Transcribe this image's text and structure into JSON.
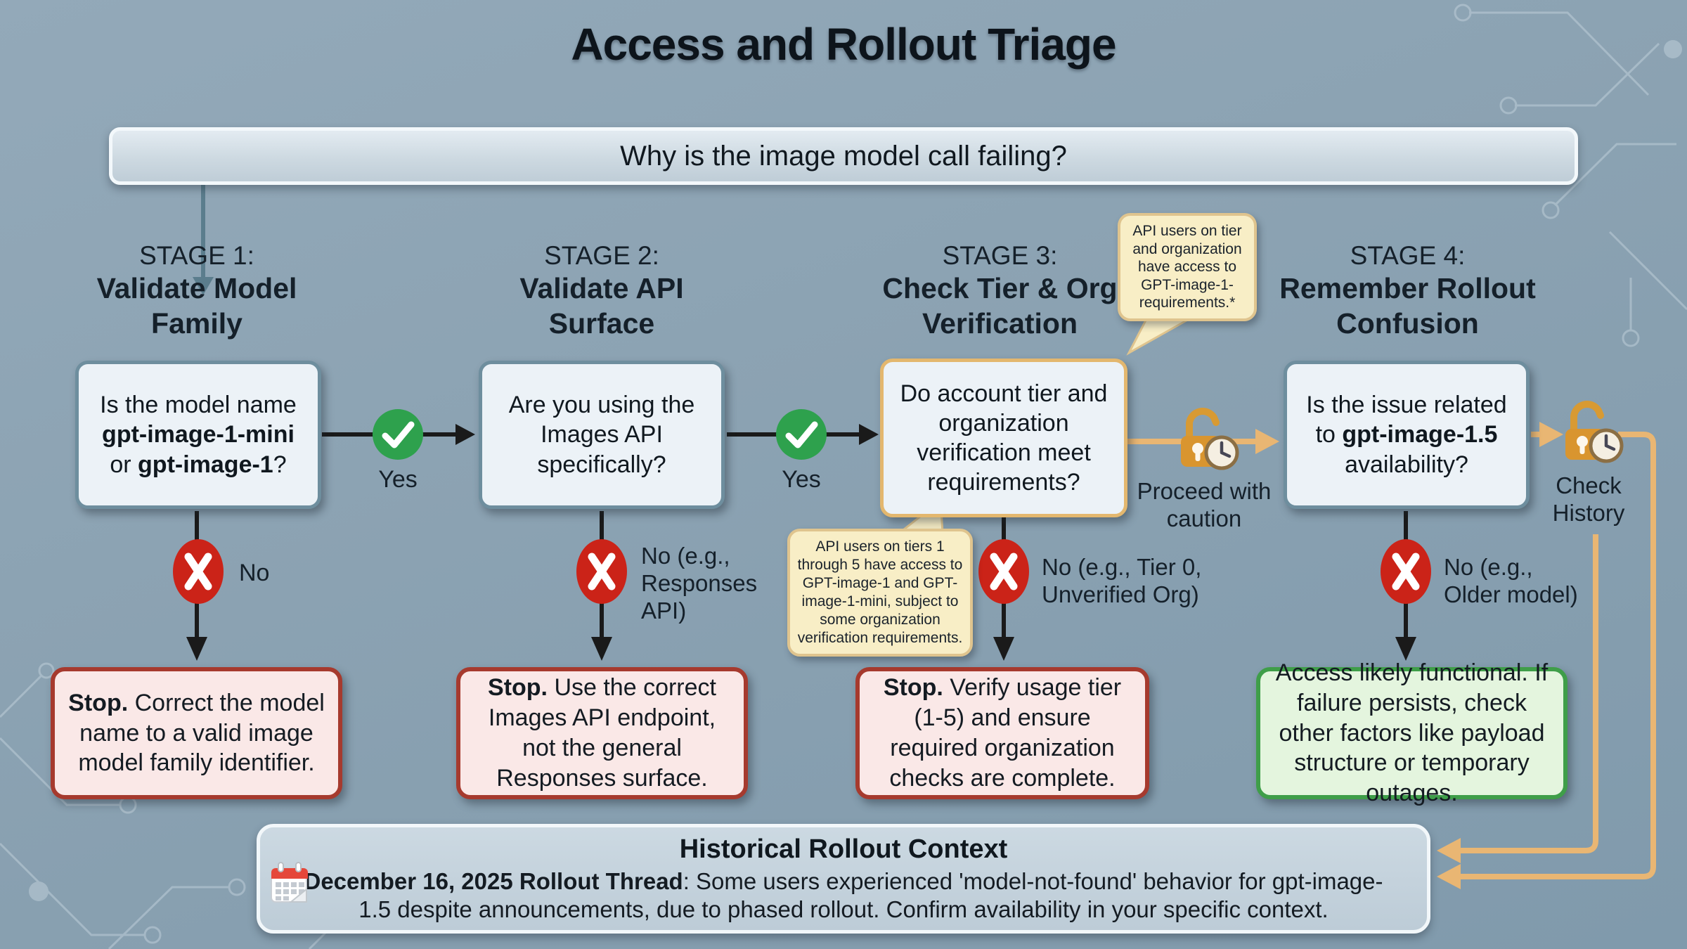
{
  "title": "Access and Rollout Triage",
  "banner": {
    "question": "Why is the image model call failing?"
  },
  "stages": [
    {
      "label": "STAGE 1:",
      "name": "Validate Model Family",
      "question": {
        "p1": "Is the model name ",
        "b1": "gpt-image-1-mini",
        "p2": " or ",
        "b2": "gpt-image-1",
        "p3": "?"
      },
      "yes_label": "Yes",
      "no_label": "No",
      "outcome": {
        "bold": "Stop.",
        "text": " Correct the model name to a valid image model family identifier."
      }
    },
    {
      "label": "STAGE 2:",
      "name": "Validate API Surface",
      "question": {
        "p1": "Are you using the Images API specifically?"
      },
      "yes_label": "Yes",
      "no_label": "No (e.g., Responses API)",
      "outcome": {
        "bold": "Stop.",
        "text": " Use the correct Images API endpoint, not the general Responses surface."
      }
    },
    {
      "label": "STAGE 3:",
      "name": "Check Tier & Org Verification",
      "question": {
        "p1": "Do account tier and organization verification meet requirements?"
      },
      "proceed_label": "Proceed with caution",
      "no_label": "No (e.g., Tier 0, Unverified Org)",
      "outcome": {
        "bold": "Stop.",
        "text": " Verify usage tier (1-5) and ensure required organization checks are complete."
      },
      "callout_top": "API users on tier and organization have access to GPT-image-1-requirements.*",
      "callout_bottom": "API users on tiers 1 through 5 have access to GPT-image-1 and GPT-image-1-mini, subject to some organization verification requirements."
    },
    {
      "label": "STAGE 4:",
      "name": "Remember Rollout Confusion",
      "question": {
        "p1": "Is the issue related to ",
        "b1": "gpt-image-1.5",
        "p2": " availability?"
      },
      "history_label": "Check History",
      "no_label": "No (e.g., Older model)",
      "outcome": {
        "text": "Access likely functional. If failure persists, check other factors like payload structure or temporary outages."
      }
    }
  ],
  "footer": {
    "title": "Historical Rollout Context",
    "bold": "December 16, 2025 Rollout Thread",
    "text": ": Some users experienced 'model-not-found' behavior for gpt-image-1.5 despite announcements, due to phased rollout. Confirm availability in your specific context."
  },
  "icons": {
    "yes": "check-circle-icon",
    "no": "x-circle-icon",
    "caution": "unlocked-padlock-clock-icon",
    "history": "unlocked-padlock-clock-icon",
    "footer": "calendar-icon"
  },
  "colors": {
    "background": "#8ba2b2",
    "yes_green": "#2ea14d",
    "no_red": "#cb2318",
    "caution_amber": "#e9b673",
    "stop_border": "#a63a2e",
    "stop_fill": "#fae8e7",
    "ok_border": "#3f9e49",
    "ok_fill": "#e4f5de",
    "callout_fill": "#f8eec6",
    "callout_border": "#dfc48e",
    "box_fill": "#ecf2f7",
    "box_border": "#6e8e9e",
    "stage3_box_border": "#e3b76e",
    "connector_dark": "#1a1a1a",
    "connector_teal": "#5b7d8d"
  }
}
